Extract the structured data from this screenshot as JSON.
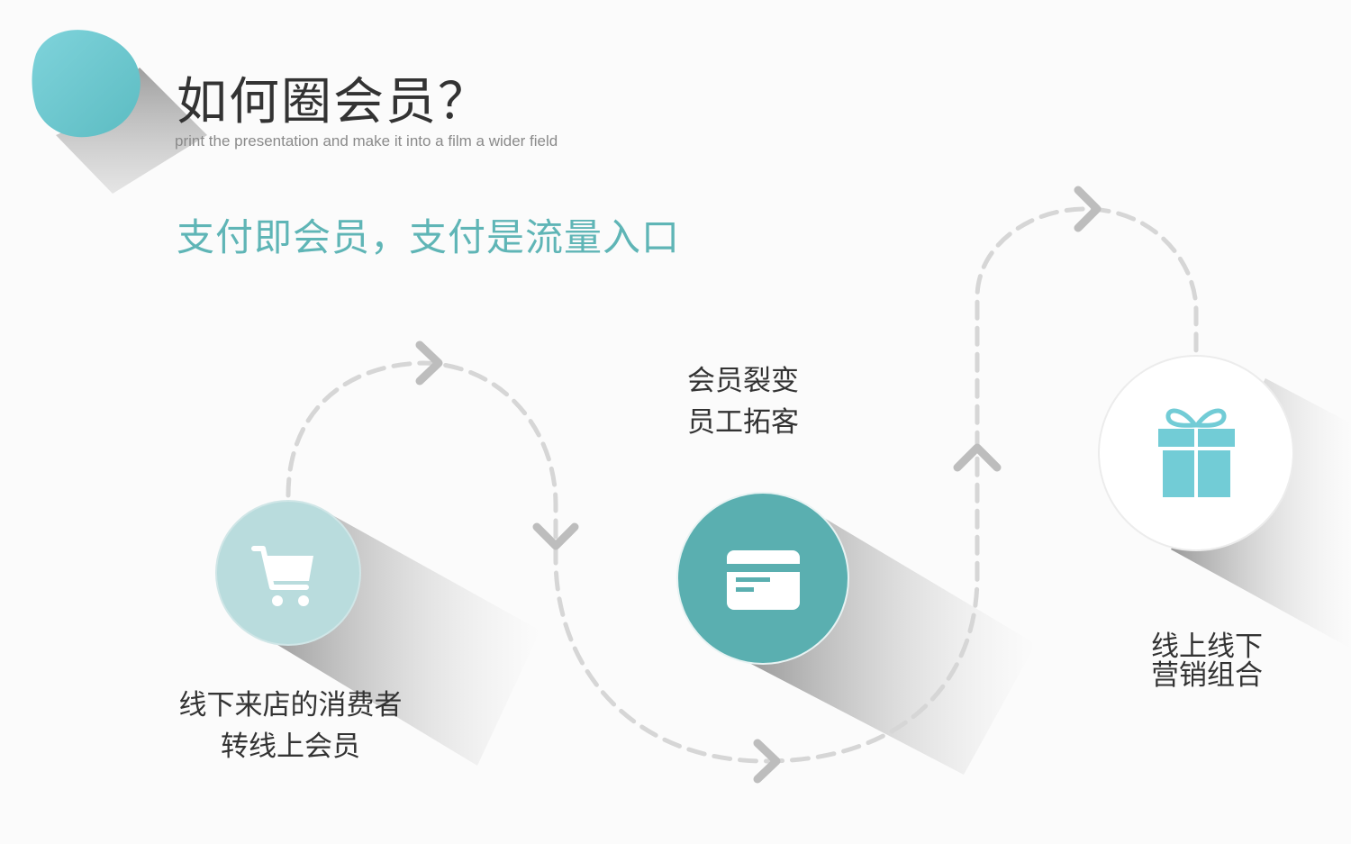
{
  "header": {
    "title": "如何圈会员？",
    "subtitle": "print the presentation and make it into a film a wider field"
  },
  "tagline": "支付即会员，支付是流量入口",
  "steps": [
    {
      "lines": [
        "线下来店的消费者",
        "转线上会员"
      ],
      "icon": "shopping-cart-icon",
      "color": "#b9dcdd"
    },
    {
      "lines": [
        "会员裂变",
        "员工拓客"
      ],
      "icon": "card-icon",
      "color": "#5aafb0"
    },
    {
      "lines": [
        "线上线下",
        "营销组合"
      ],
      "icon": "gift-icon",
      "color": "#ffffff"
    }
  ],
  "colors": {
    "accent": "#5fb5b6",
    "logo": "#72ccd3",
    "gift": "#72ccd6",
    "dash": "#d6d6d6",
    "arrow": "#bdbdbd"
  }
}
